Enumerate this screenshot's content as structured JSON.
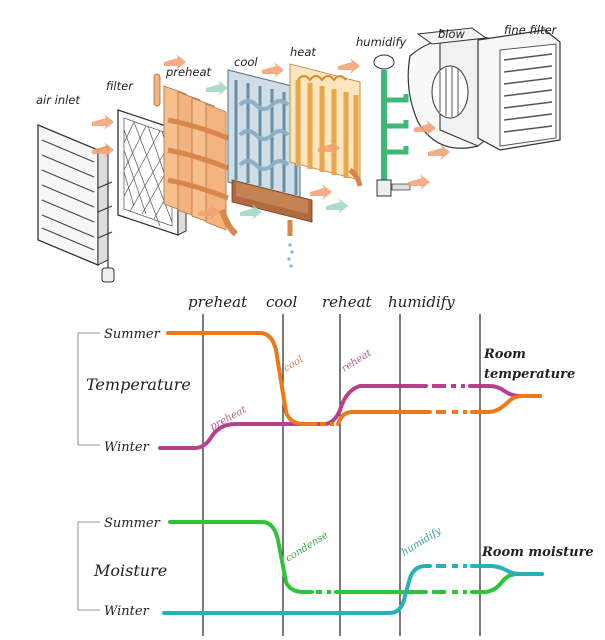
{
  "illustration": {
    "components": [
      {
        "key": "air_inlet",
        "label": "air inlet"
      },
      {
        "key": "filter",
        "label": "filter"
      },
      {
        "key": "preheat",
        "label": "preheat"
      },
      {
        "key": "cool",
        "label": "cool"
      },
      {
        "key": "heat",
        "label": "heat"
      },
      {
        "key": "humidify",
        "label": "humidify"
      },
      {
        "key": "blow",
        "label": "blow"
      },
      {
        "key": "fine_filter",
        "label": "fine filter"
      }
    ]
  },
  "diagram": {
    "stages": [
      "preheat",
      "cool",
      "reheat",
      "humidify"
    ],
    "temperature": {
      "title": "Temperature",
      "summer_label": "Summer",
      "winter_label": "Winter",
      "room_label_line1": "Room",
      "room_label_line2": "temperature",
      "annotations": {
        "cool": "cool",
        "reheat": "reheat",
        "preheat": "preheat"
      }
    },
    "moisture": {
      "title": "Moisture",
      "summer_label": "Summer",
      "winter_label": "Winter",
      "room_label": "Room moisture",
      "annotations": {
        "condense": "condense",
        "humidify": "humidify"
      }
    }
  },
  "colors": {
    "summer_temp": "#f07818",
    "winter_temp": "#b8408a",
    "summer_moist": "#2ec43a",
    "winter_moist": "#26b0b8",
    "preheat_fin": "#f3b27e",
    "cool_coil": "#8fb0c4",
    "heat_fin": "#f6c77a",
    "humidify_pipe": "#3fb877",
    "arrow": "#f2a070"
  }
}
